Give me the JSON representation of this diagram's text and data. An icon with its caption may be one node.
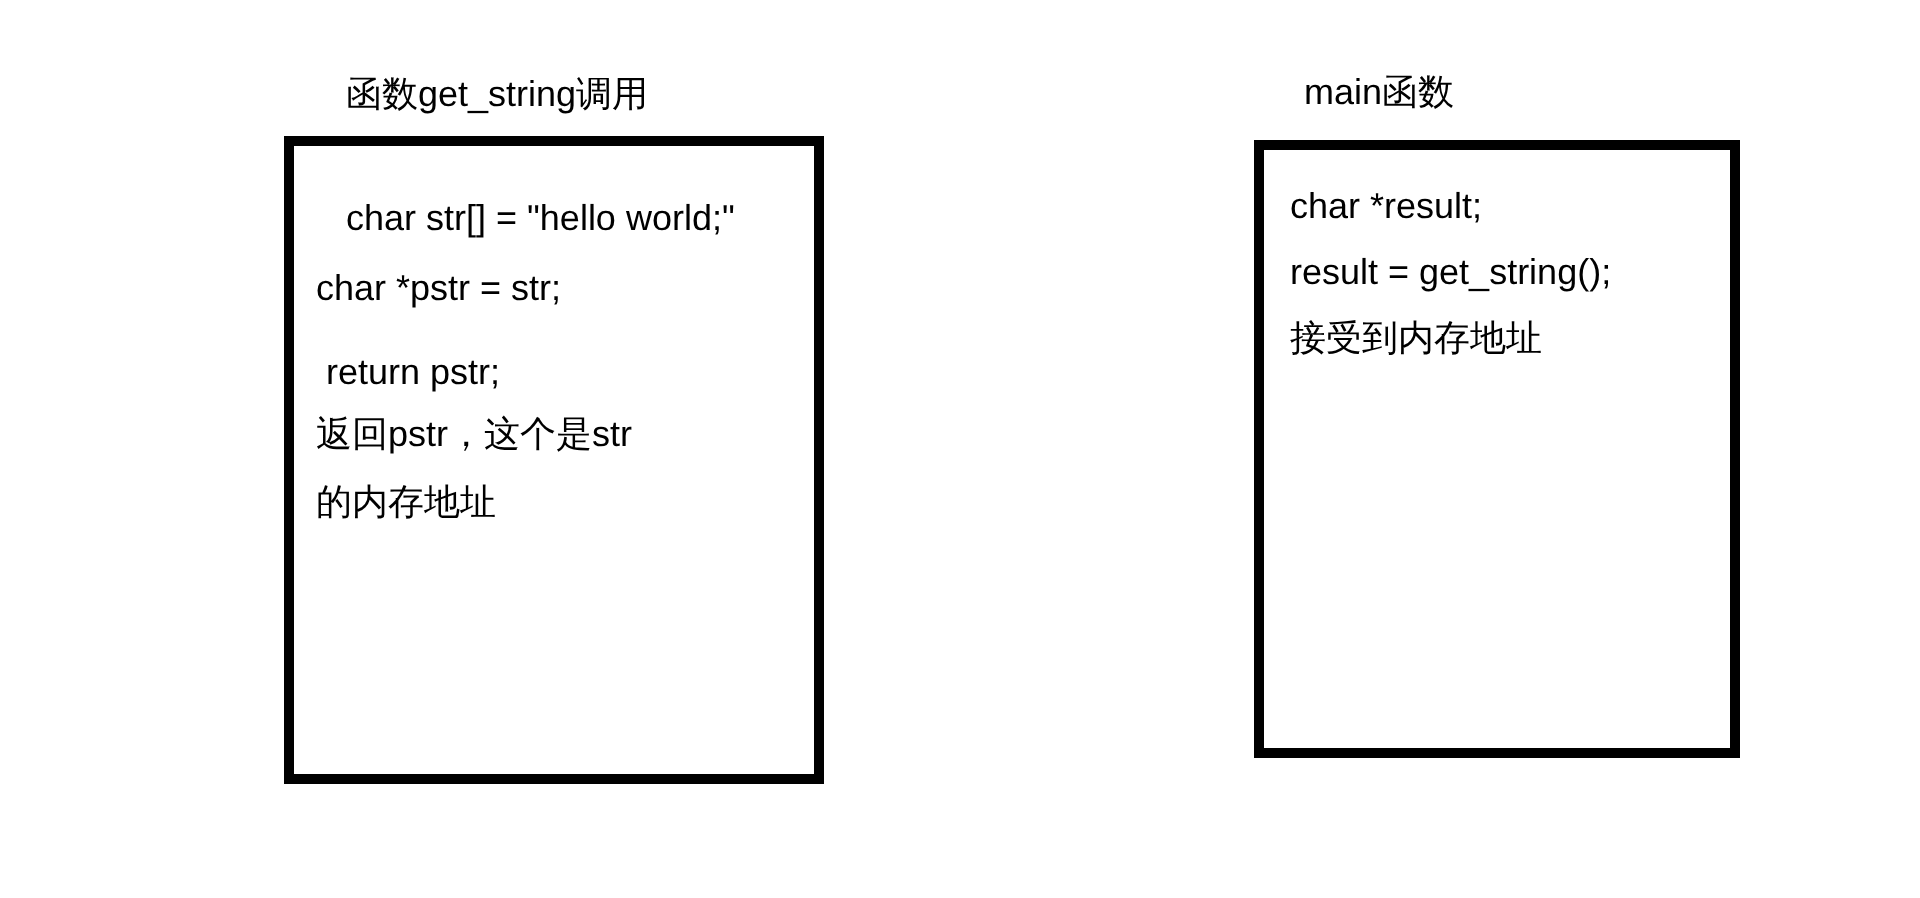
{
  "diagram": {
    "nodes": [
      {
        "text": [
          "函数get_string调用",
          "char str[] = \"hello world;\"",
          "char *pstr = str;",
          "return pstr;",
          "返回pstr，这个是str的内存地址"
        ]
      },
      {
        "text": [
          "main函数",
          "char *result;",
          "result = get_string();",
          "接受到内存地址"
        ]
      }
    ]
  }
}
